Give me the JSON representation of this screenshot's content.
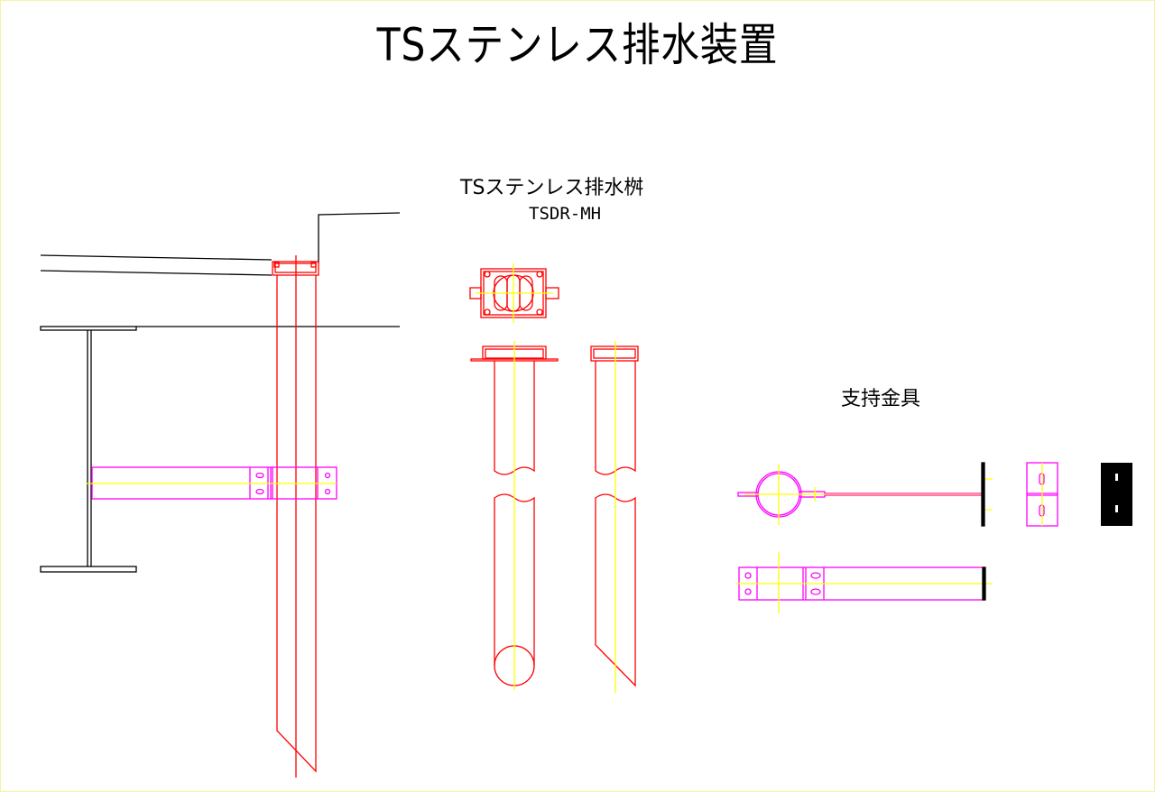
{
  "title": "TSステンレス排水装置",
  "drain_basin": {
    "name": "TSステンレス排水桝",
    "model": "TSDR-MH"
  },
  "support": {
    "name": "支持金具"
  },
  "colors": {
    "outline": "#000000",
    "drain": "#ff0000",
    "bracket": "#ff00ff",
    "centerline": "#ffff00"
  }
}
